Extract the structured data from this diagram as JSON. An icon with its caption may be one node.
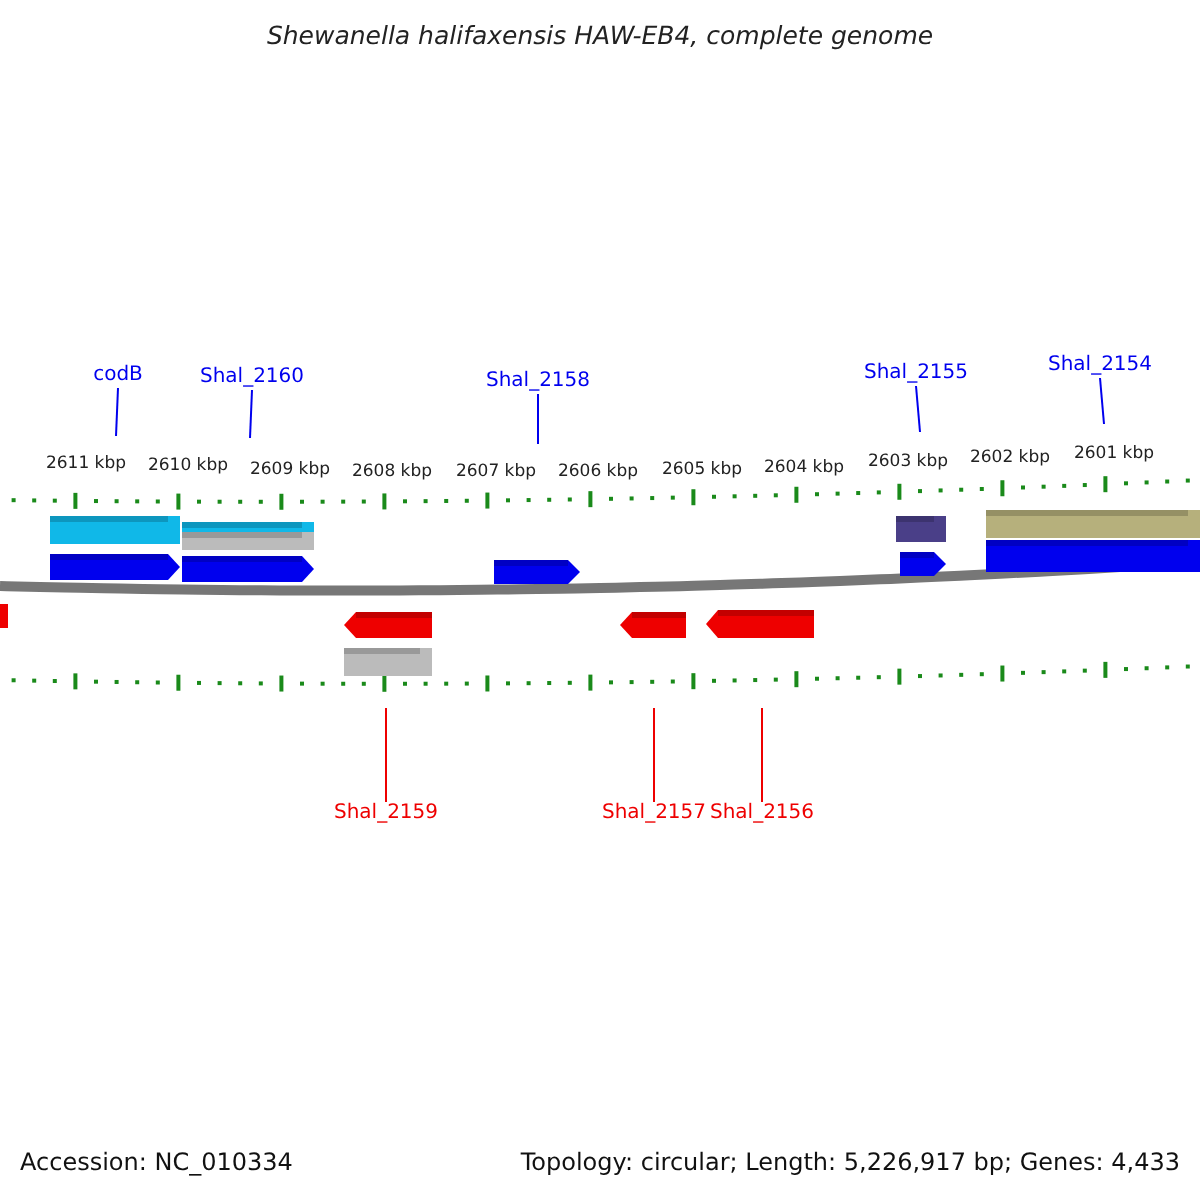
{
  "diagram": {
    "title": "Shewanella halifaxensis HAW-EB4, complete genome",
    "nodes": [
      {
        "text": [
          "codB"
        ]
      },
      {
        "text": [
          "Shal_2160"
        ]
      },
      {
        "text": [
          "Shal_2158"
        ]
      },
      {
        "text": [
          "Shal_2155"
        ]
      },
      {
        "text": [
          "Shal_2154"
        ]
      },
      {
        "text": [
          "Shal_2159"
        ]
      },
      {
        "text": [
          "Shal_2157"
        ]
      },
      {
        "text": [
          "Shal_2156"
        ]
      }
    ],
    "edges": [
      {
        "from": 0,
        "to": null,
        "arrow": "none"
      },
      {
        "from": 1,
        "to": null,
        "arrow": "none"
      },
      {
        "from": 2,
        "to": null,
        "arrow": "none"
      },
      {
        "from": 3,
        "to": null,
        "arrow": "none"
      },
      {
        "from": 4,
        "to": null,
        "arrow": "none"
      },
      {
        "from": 5,
        "to": null,
        "arrow": "none",
        "color": "#ee0000"
      },
      {
        "from": 6,
        "to": null,
        "arrow": "none",
        "color": "#ee0000"
      },
      {
        "from": 7,
        "to": null,
        "arrow": "none",
        "color": "#ee0000"
      }
    ],
    "labels": [
      "2611 kbp",
      "2610 kbp",
      "2609 kbp",
      "2608 kbp",
      "2607 kbp",
      "2606 kbp",
      "2605 kbp",
      "2604 kbp",
      "2603 kbp",
      "2602 kbp",
      "2601 kbp",
      "Accession: NC_010334",
      "Topology: circular; Length: 5,226,917 bp; Genes: 4,433"
    ]
  }
}
